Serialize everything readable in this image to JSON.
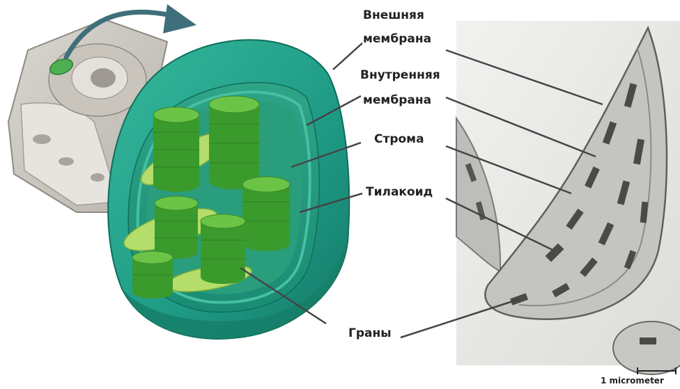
{
  "labels": {
    "outer_membrane": [
      "Внешняя",
      "мембрана"
    ],
    "inner_membrane": [
      "Внутренняя",
      "мембрана"
    ],
    "stroma": "Строма",
    "thylakoid": "Тилакоид",
    "grana": "Граны"
  },
  "scale_bar": {
    "text": "1 micrometer"
  },
  "colors": {
    "outer_envelope": "#1e9a84",
    "inner_envelope": "#2bab8c",
    "granum_dark": "#3a9b2c",
    "granum_light": "#6cc447",
    "lamella": "#b4dd6b",
    "micrograph_bg": "#e6e6e4",
    "arrow": "#3f6f7b",
    "leader_line": "#444444"
  }
}
